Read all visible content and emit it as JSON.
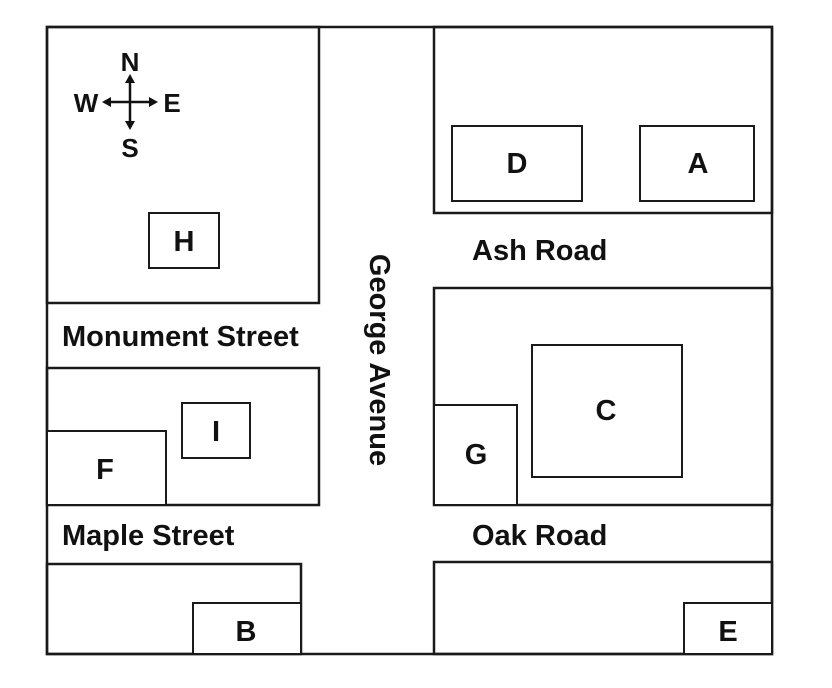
{
  "compass": {
    "n": "N",
    "s": "S",
    "e": "E",
    "w": "W"
  },
  "streets": {
    "george": "George Avenue",
    "monument": "Monument Street",
    "maple": "Maple Street",
    "ash": "Ash Road",
    "oak": "Oak Road"
  },
  "buildings": {
    "a": "A",
    "b": "B",
    "c": "C",
    "d": "D",
    "e": "E",
    "f": "F",
    "g": "G",
    "h": "H",
    "i": "I"
  }
}
